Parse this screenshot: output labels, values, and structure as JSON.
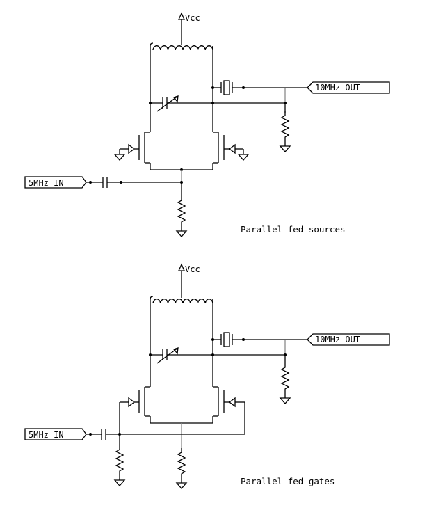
{
  "circuits": [
    {
      "id": "top",
      "supply_label": "Vcc",
      "input_label": "5MHz IN",
      "output_label": "10MHz OUT",
      "caption": "Parallel fed sources"
    },
    {
      "id": "bottom",
      "supply_label": "Vcc",
      "input_label": "5MHz IN",
      "output_label": "10MHz OUT",
      "caption": "Parallel fed gates"
    }
  ],
  "icons": [
    "ground-icon",
    "resistor-icon",
    "capacitor-icon",
    "crystal-icon",
    "inductor-icon",
    "variable-capacitor-icon",
    "fet-icon",
    "supply-arrow-icon"
  ]
}
